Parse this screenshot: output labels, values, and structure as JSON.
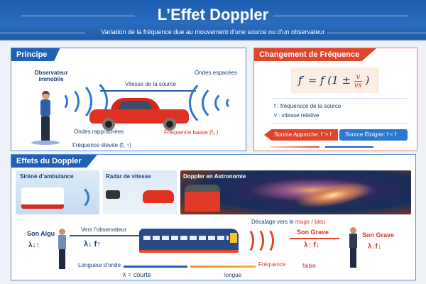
{
  "header": {
    "title": "L’Effet Doppler",
    "subtitle": "Variation de la fréquence due au mouvement d’une source ou d’un observateur"
  },
  "principe": {
    "label": "Principe",
    "observer": "Observateur immobile",
    "speed": "Vitesse de la source",
    "spaced": "Ondes espacées",
    "close": "Ondes rapprochées",
    "high": "Fréquence élevée (f₁ ↑)",
    "low": "Fréquence basse (f₁ )"
  },
  "changement": {
    "label": "Changement de Fréquence",
    "formula_left": "f′ = f (1 ±",
    "formula_num": "v",
    "formula_den": "vs",
    "formula_right": ")",
    "def_f": "f : fréquencce de la source",
    "def_v": "v : vitesse relative",
    "approach": "Source Approche: f ′> f",
    "recede": "Source Éloigne: f < f"
  },
  "effets": {
    "label": "Effets du Doppler",
    "cards": [
      {
        "label": "Sirènè d’ambulance"
      },
      {
        "label": "Radar de vitesse"
      },
      {
        "label": "Doppler en Astronomie"
      }
    ],
    "shift": "Décalage vers le",
    "shift_red": "rouge / bleu",
    "son_aigu": "Son Aigu",
    "aigu_sym": "λ↓↑",
    "vers": "Vers l’observateur",
    "vers_sym": "λ↓ f↑",
    "son_grave1": "Son Grave",
    "grave1_sym": "λ↑ f↓",
    "son_grave2": "Son Grave",
    "grave2_sym": "λ↓f↓",
    "longueur": "Longueur d’onde",
    "courte": "λ = courte",
    "longue": "longue",
    "frequence": "Fréquence",
    "faible": "faible"
  },
  "colors": {
    "primary": "#2160b4",
    "accent": "#e0442a"
  }
}
